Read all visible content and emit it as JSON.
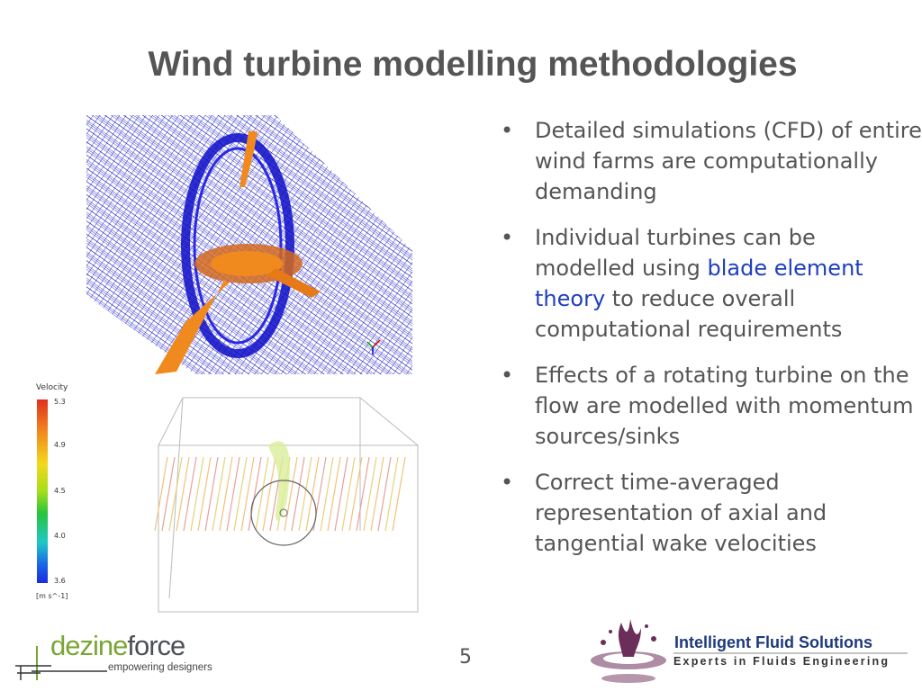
{
  "slide": {
    "title": "Wind turbine modelling methodologies",
    "page_number": "5"
  },
  "bullets": [
    {
      "text": "Detailed simulations (CFD) of entire wind farms are computationally demanding"
    },
    {
      "pre": "Individual turbines can be modelled using ",
      "link": "blade element theory",
      "post": " to reduce overall computational requirements"
    },
    {
      "text": "Effects of a rotating turbine on the flow are modelled with momentum sources/sinks"
    },
    {
      "text": "Correct time-averaged representation of axial and tangential wake velocities"
    }
  ],
  "bullet_glyph": "•",
  "legend": {
    "title": "Velocity",
    "ticks": [
      "5.3",
      "4.9",
      "4.5",
      "4.0",
      "3.6"
    ],
    "unit": "[m s^-1]"
  },
  "logos": {
    "dezineforce": {
      "name_part1": "dezine",
      "name_part2": "force",
      "tagline": "empowering designers"
    },
    "ifs": {
      "name": "Intelligent Fluid Solutions",
      "tagline": "Experts in Fluids Engineering"
    }
  },
  "colors": {
    "title": "#555555",
    "link": "#1f3fbf",
    "mesh_blue": "#1a1ad6",
    "blade_orange": "#f08a1e",
    "dezine_green": "#7aa635",
    "ifs_blue": "#1d3a7a",
    "ifs_splash": "#6b2e5a"
  },
  "icons": [
    "cfd-mesh-image",
    "velocity-streamline-image",
    "splash-logo-icon"
  ]
}
